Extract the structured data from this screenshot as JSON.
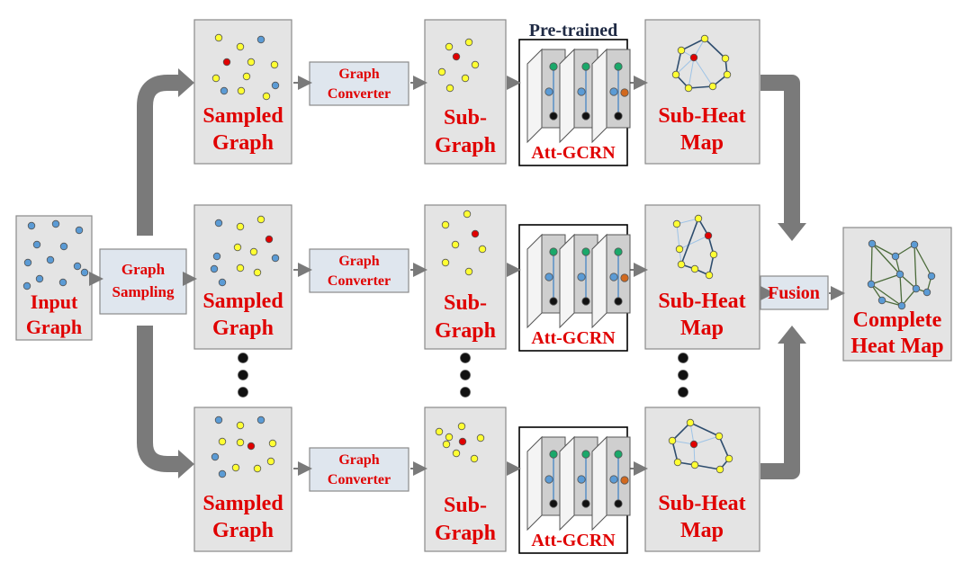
{
  "labels": {
    "input_graph": [
      "Input",
      "Graph"
    ],
    "graph_sampling": [
      "Graph",
      "Sampling"
    ],
    "sampled_graph": [
      "Sampled",
      "Graph"
    ],
    "graph_converter": [
      "Graph",
      "Converter"
    ],
    "sub_graph": [
      "Sub-",
      "Graph"
    ],
    "pre_trained": "Pre-trained",
    "att_gcrn": "Att-GCRN",
    "sub_heat_map": [
      "Sub-Heat",
      "Map"
    ],
    "fusion": "Fusion",
    "complete_heat_map": [
      "Complete",
      "Heat Map"
    ]
  },
  "colors": {
    "label_red": "#e00000",
    "node_blue": "#5b9bd5",
    "node_yellow": "#ffff33",
    "node_red": "#e00000",
    "node_green": "#1aa86a",
    "node_orange": "#d2691e",
    "node_black": "#111111",
    "box_gray": "#e4e4e4",
    "arrow_gray": "#7a7a7a"
  }
}
